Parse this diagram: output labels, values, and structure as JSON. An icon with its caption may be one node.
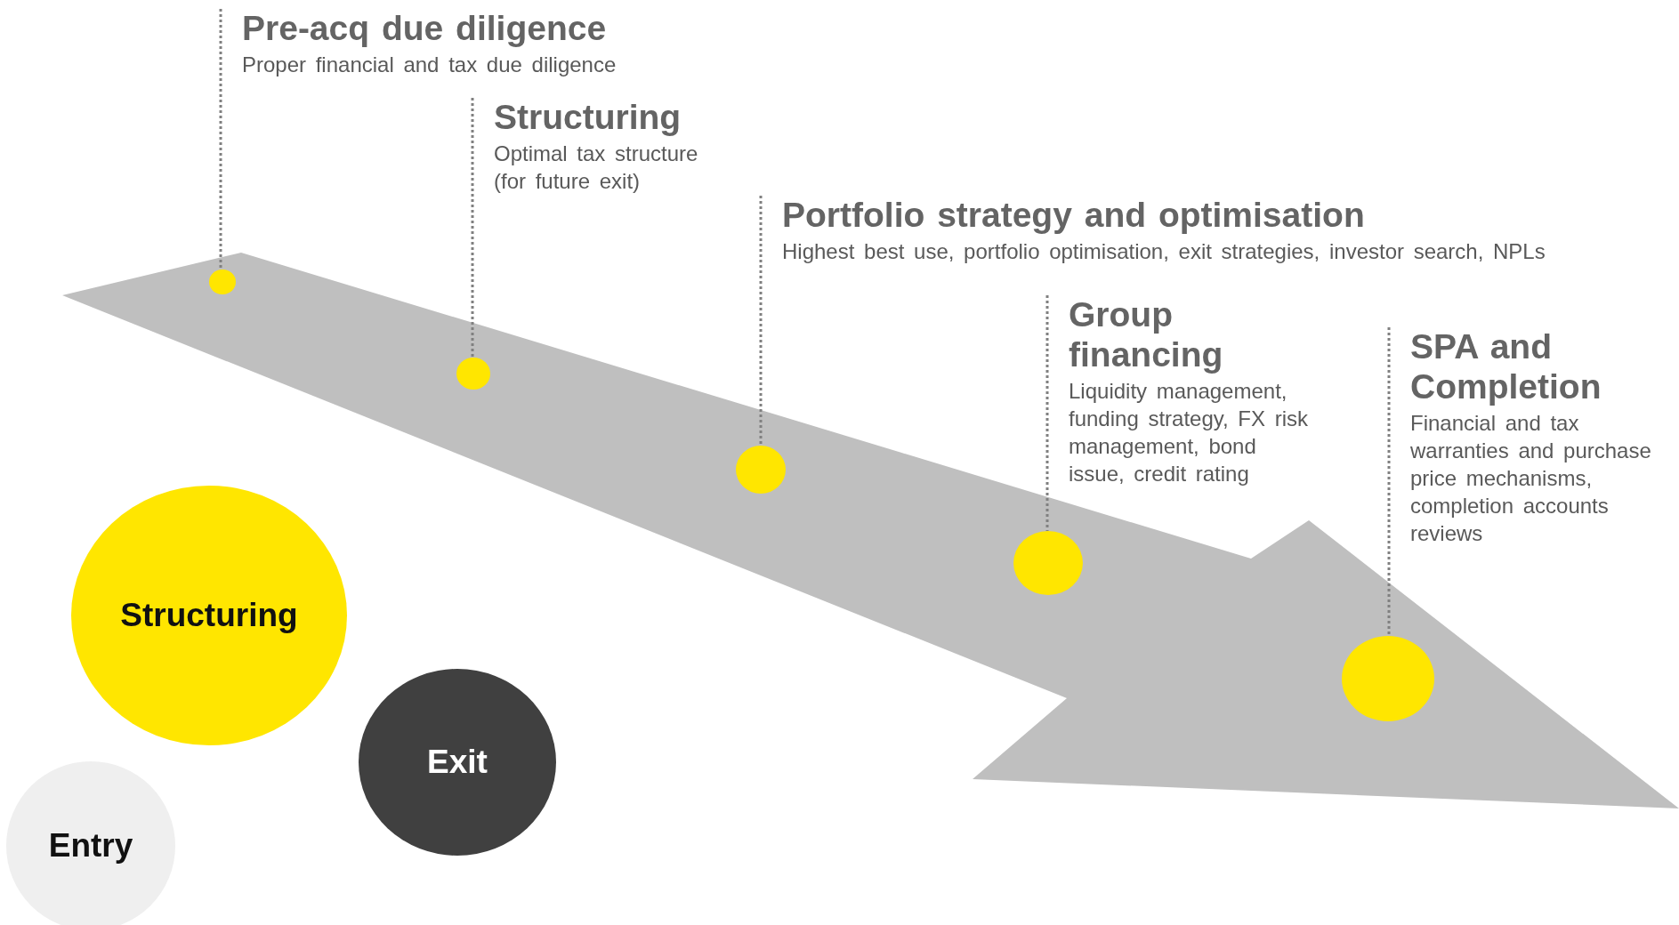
{
  "diagram": {
    "nodes": [
      {
        "text": [
          "Pre-acq due diligence",
          "Proper financial and tax due diligence"
        ]
      },
      {
        "text": [
          "Structuring",
          "Optimal tax structure (for future exit)"
        ]
      },
      {
        "text": [
          "Portfolio strategy and optimisation",
          "Highest best use, portfolio optimisation, exit strategies, investor search, NPLs"
        ]
      },
      {
        "text": [
          "Group financing",
          "Liquidity management, funding strategy, FX risk management, bond issue, credit rating"
        ]
      },
      {
        "text": [
          "SPA and Completion",
          "Financial and tax warranties and purchase price mechanisms, completion accounts reviews"
        ]
      },
      {
        "text": [],
        "shape": "arrow"
      },
      {
        "text": [],
        "shape": "circle",
        "in": 5
      },
      {
        "text": [],
        "shape": "circle",
        "in": 5
      },
      {
        "text": [],
        "shape": "circle",
        "in": 5
      },
      {
        "text": [],
        "shape": "circle",
        "in": 5
      },
      {
        "text": [],
        "shape": "circle",
        "in": 5
      },
      {
        "text": [
          "Structuring"
        ]
      },
      {
        "text": [
          "Exit"
        ]
      },
      {
        "text": [
          "Entry"
        ]
      }
    ],
    "edges": [
      {
        "from": 0,
        "to": 6,
        "arrow": "none"
      },
      {
        "from": 1,
        "to": 7,
        "arrow": "none"
      },
      {
        "from": 2,
        "to": 8,
        "arrow": "none"
      },
      {
        "from": 3,
        "to": 9,
        "arrow": "none"
      },
      {
        "from": 4,
        "to": 10,
        "arrow": "none"
      }
    ]
  }
}
